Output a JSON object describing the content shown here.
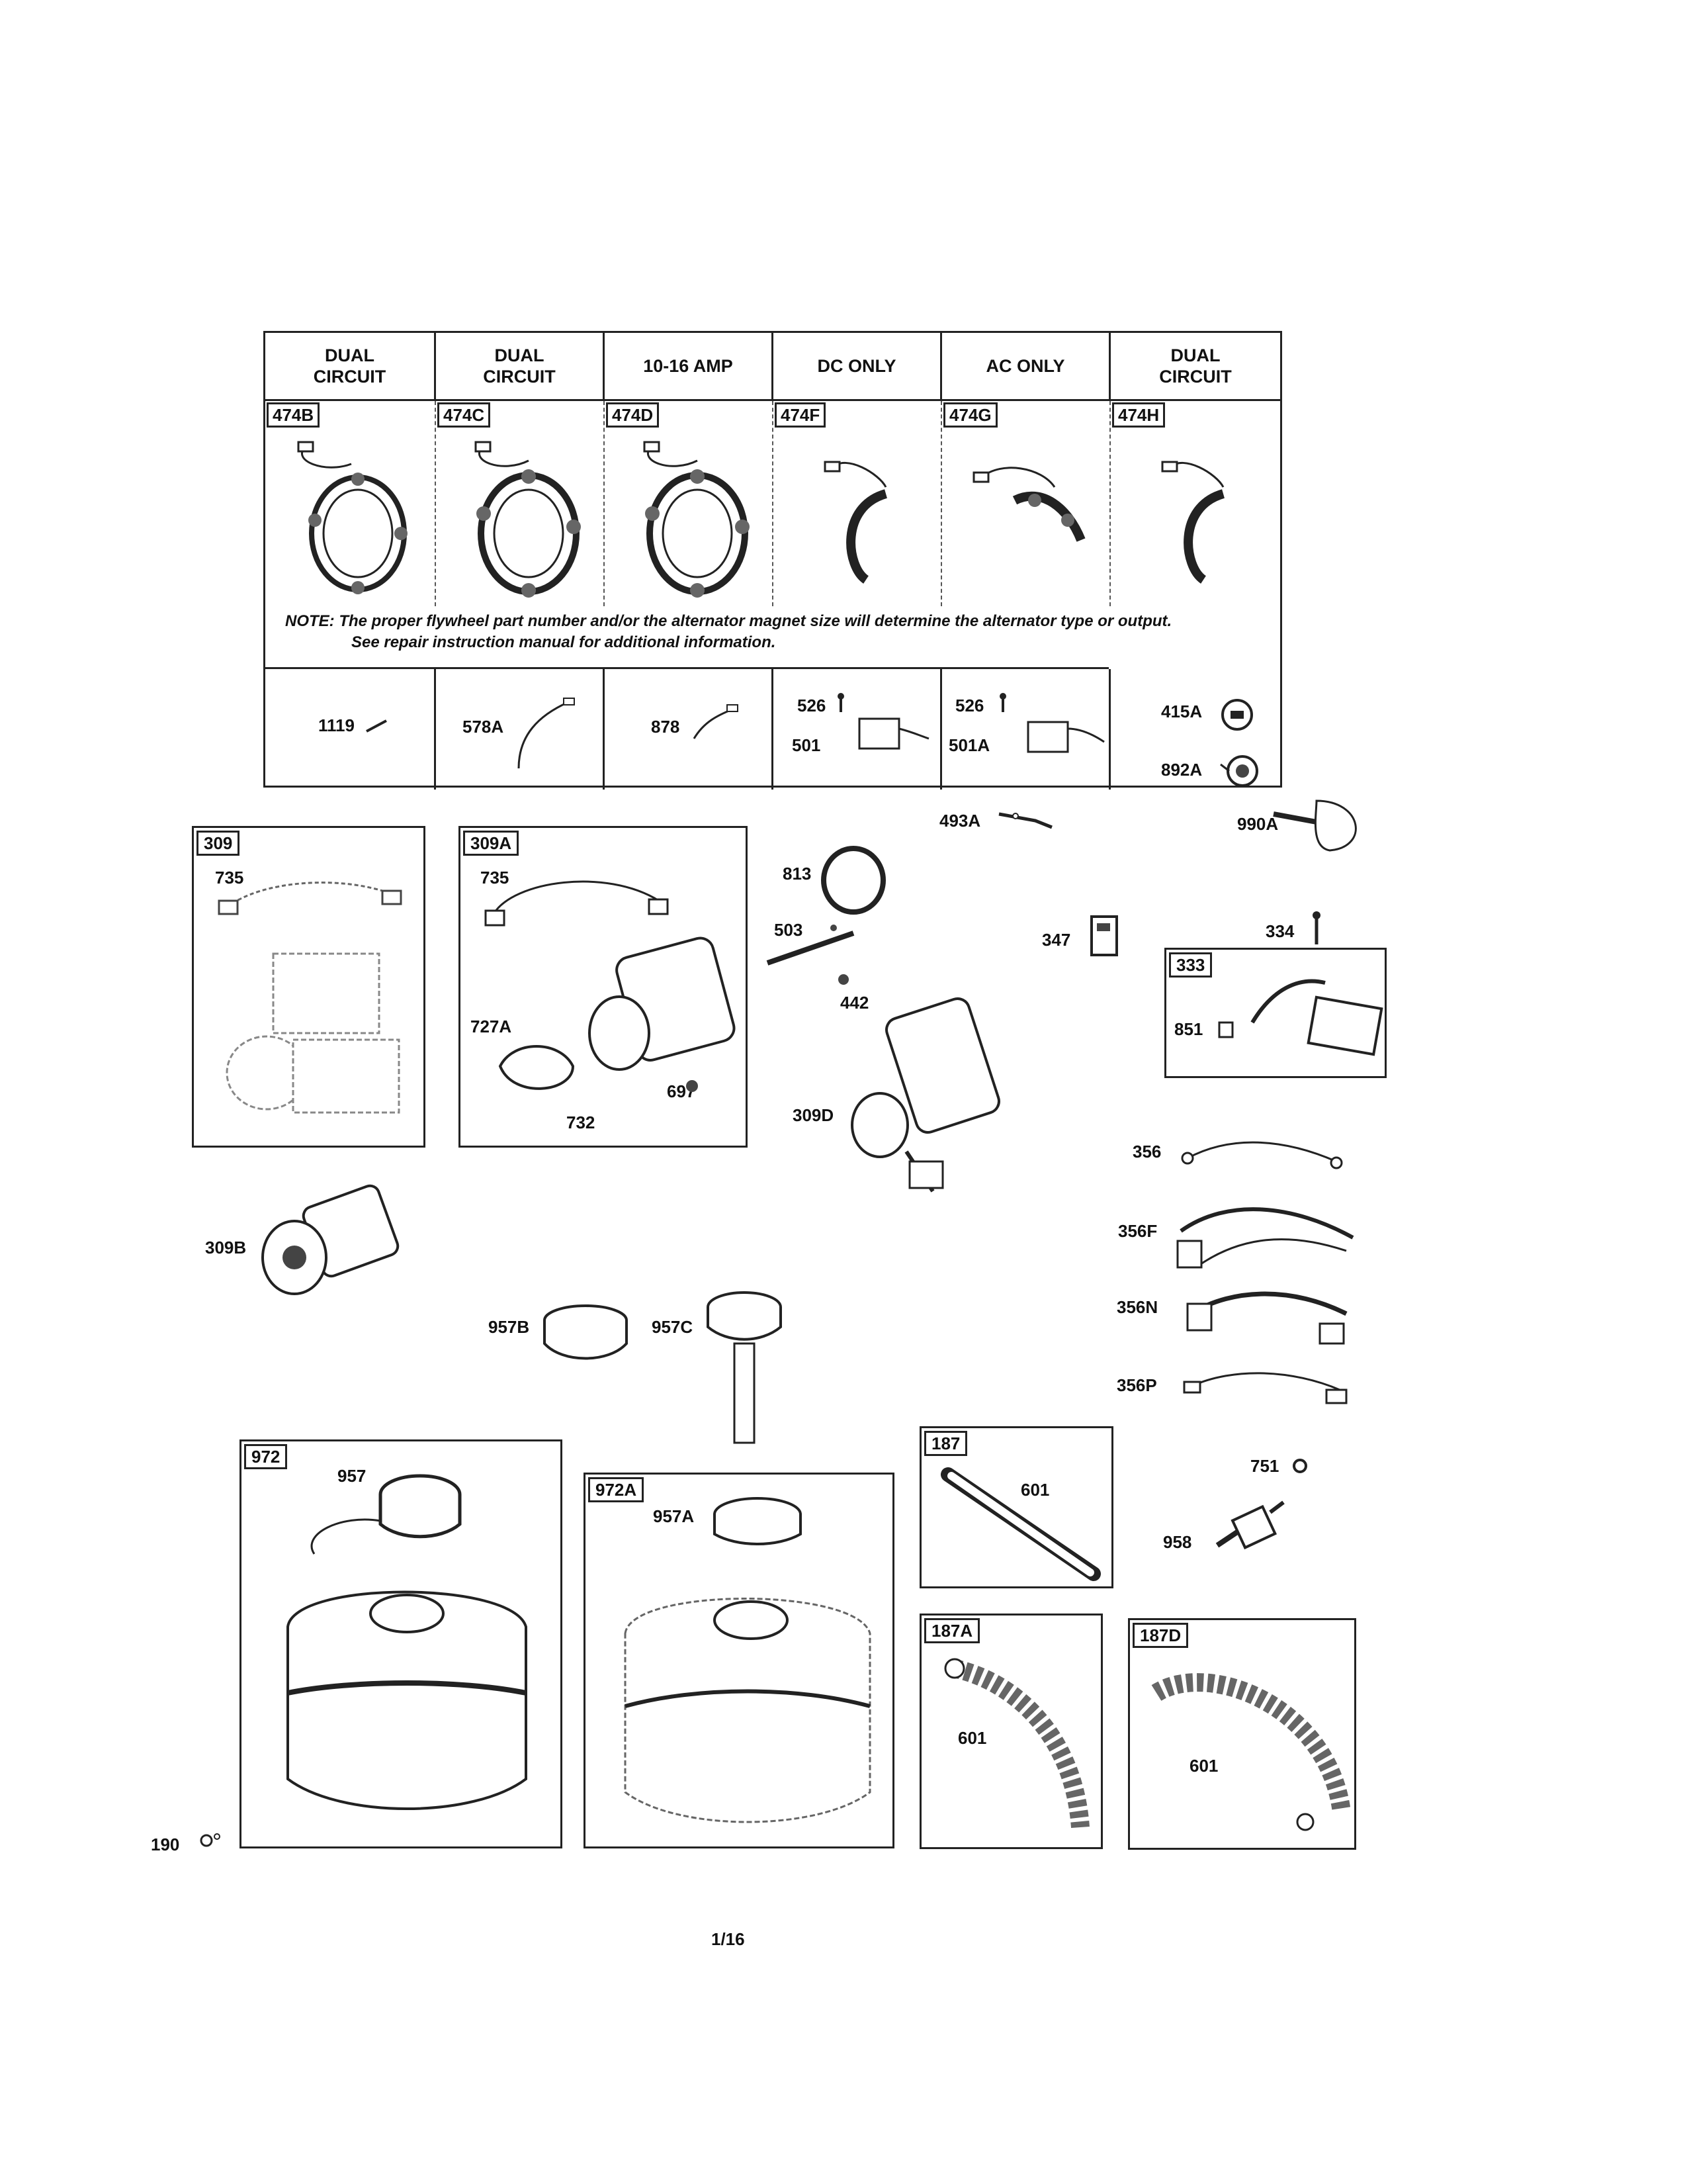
{
  "alternators": [
    {
      "header": "DUAL\nCIRCUIT",
      "part": "474B"
    },
    {
      "header": "DUAL\nCIRCUIT",
      "part": "474C"
    },
    {
      "header": "10-16 AMP",
      "part": "474D"
    },
    {
      "header": "DC ONLY",
      "part": "474F"
    },
    {
      "header": "AC ONLY",
      "part": "474G"
    },
    {
      "header": "DUAL\nCIRCUIT",
      "part": "474H"
    }
  ],
  "note": {
    "line1": "NOTE: The proper flywheel part number and/or the alternator magnet size will determine the alternator type or output.",
    "line2": "See repair instruction manual for additional information."
  },
  "small_parts_row": {
    "cell1": "1119",
    "cell2": "578A",
    "cell3": "878",
    "cell4a": "526",
    "cell4b": "501",
    "cell5a": "526",
    "cell5b": "501A"
  },
  "loose_labels": {
    "p415A": "415A",
    "p892A": "892A",
    "p990A": "990A",
    "p493A": "493A",
    "p813": "813",
    "p503": "503",
    "p442": "442",
    "p347": "347",
    "p334": "334",
    "p309D": "309D",
    "p356": "356",
    "p356F": "356F",
    "p356N": "356N",
    "p356P": "356P",
    "p309B": "309B",
    "p957B": "957B",
    "p957C": "957C",
    "p751": "751",
    "p958": "958",
    "p190": "190"
  },
  "boxes": {
    "b309": {
      "tag": "309",
      "l735": "735"
    },
    "b309A": {
      "tag": "309A",
      "l735": "735",
      "l727A": "727A",
      "l697": "697",
      "l732": "732"
    },
    "b333": {
      "tag": "333",
      "l851": "851"
    },
    "b972": {
      "tag": "972",
      "l957": "957"
    },
    "b972A": {
      "tag": "972A",
      "l957A": "957A"
    },
    "b187": {
      "tag": "187",
      "l601": "601"
    },
    "b187A": {
      "tag": "187A",
      "l601": "601"
    },
    "b187D": {
      "tag": "187D",
      "l601": "601"
    }
  },
  "page_number": "1/16"
}
